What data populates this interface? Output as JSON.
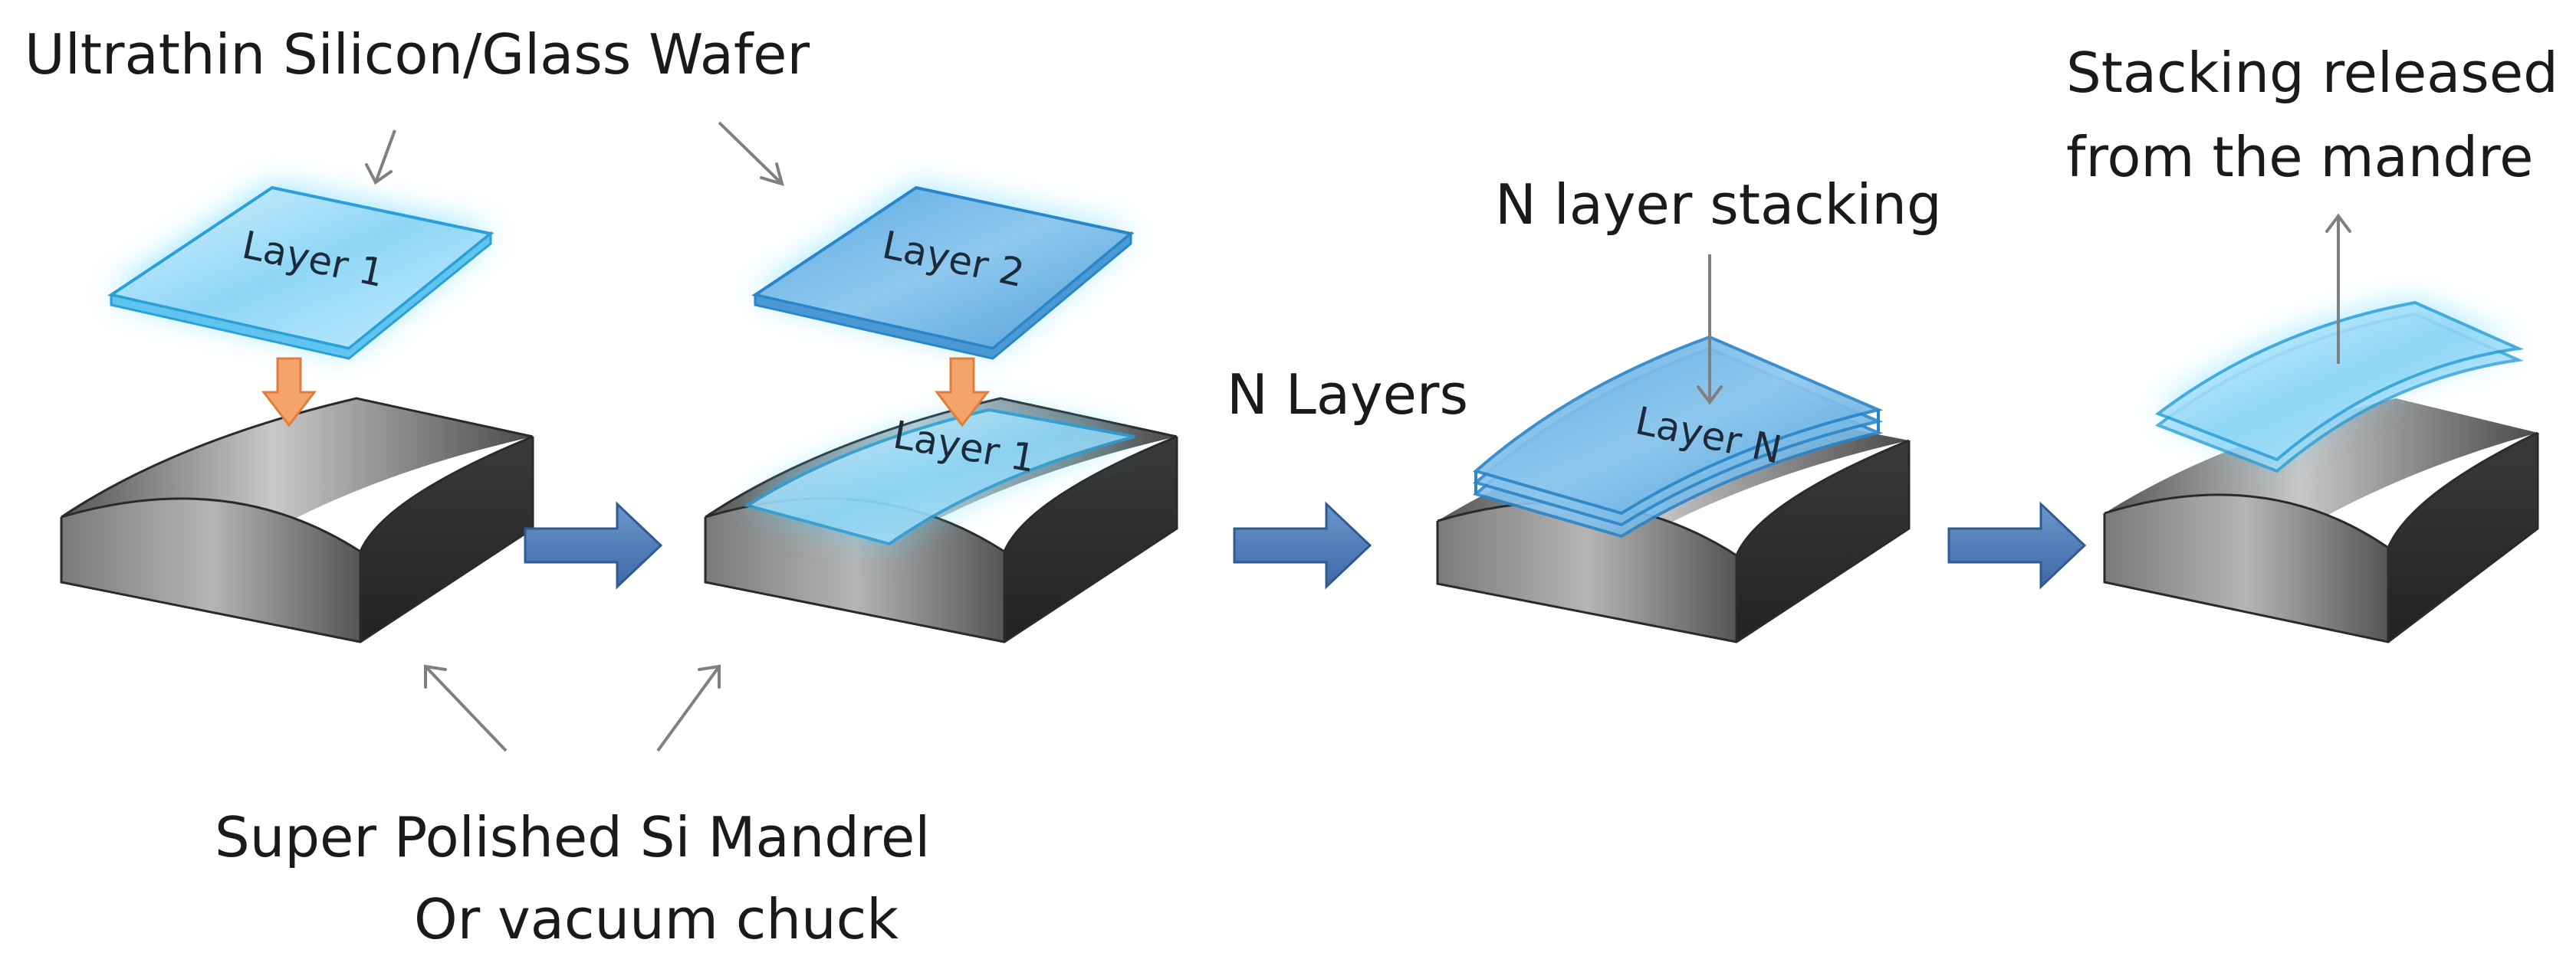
{
  "labels": {
    "wafer_title": "Ultrathin Silicon/Glass Wafer",
    "stacking_released_line1": "Stacking released",
    "stacking_released_line2": "from the mandre",
    "n_layer_stacking": "N layer stacking",
    "n_layers": "N Layers",
    "mandrel_line1": "Super Polished Si Mandrel",
    "mandrel_line2": "Or vacuum chuck"
  },
  "layers": {
    "layer1_top": "Layer 1",
    "layer2_top": "Layer 2",
    "layer1_on_mandrel": "Layer 1",
    "layerN": "Layer N"
  },
  "colors": {
    "glass": "#6fc8f0",
    "glass_glow": "#4fd3ff",
    "glass_edge": "#2a9fd8",
    "mandrel_top": "#7d7d7d",
    "mandrel_front": "#5a5a5a",
    "mandrel_side": "#3d3d3d",
    "process_arrow": "#4a7ab8",
    "drop_arrow": "#f4a46a",
    "pointer_arrow": "#808080"
  }
}
